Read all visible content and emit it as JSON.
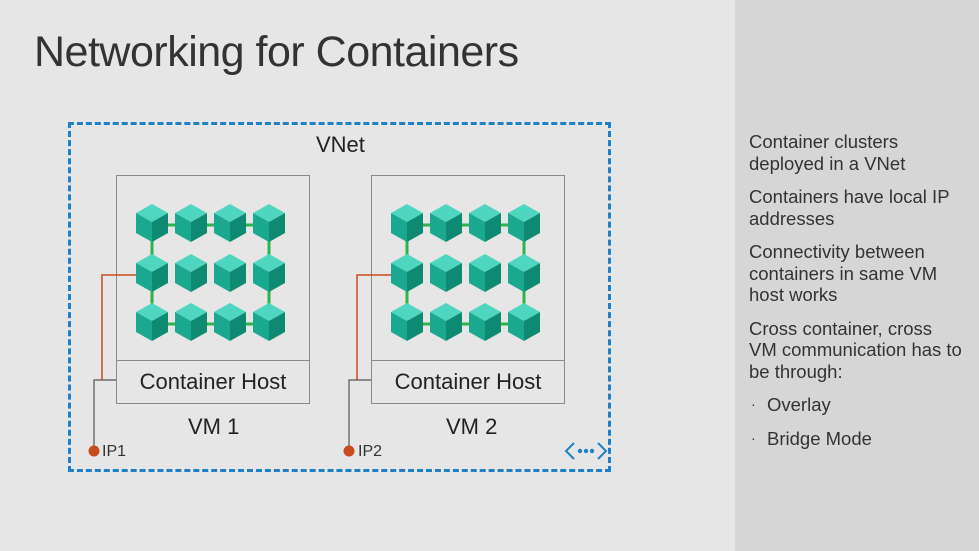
{
  "title": "Networking for Containers",
  "diagram": {
    "vnet_label": "VNet",
    "hosts": [
      {
        "host_label": "Container Host",
        "vm_label": "VM 1",
        "ip_label": "IP1"
      },
      {
        "host_label": "Container Host",
        "vm_label": "VM 2",
        "ip_label": "IP2"
      }
    ],
    "vnet_icon": "vnet-icon"
  },
  "bullets": {
    "items": [
      "Container clusters deployed in a VNet",
      "Containers have local IP addresses",
      "Connectivity between containers in same VM host works",
      "Cross container, cross VM communication has to be through:"
    ],
    "sub_items": [
      "Overlay",
      "Bridge Mode"
    ]
  },
  "colors": {
    "vnet_border": "#1f7fc7",
    "cube_top": "#4fd6c0",
    "cube_left": "#1aa98f",
    "cube_right": "#0e8a73",
    "network_line": "#2fb34a",
    "ip_connector": "#c84b1e"
  }
}
